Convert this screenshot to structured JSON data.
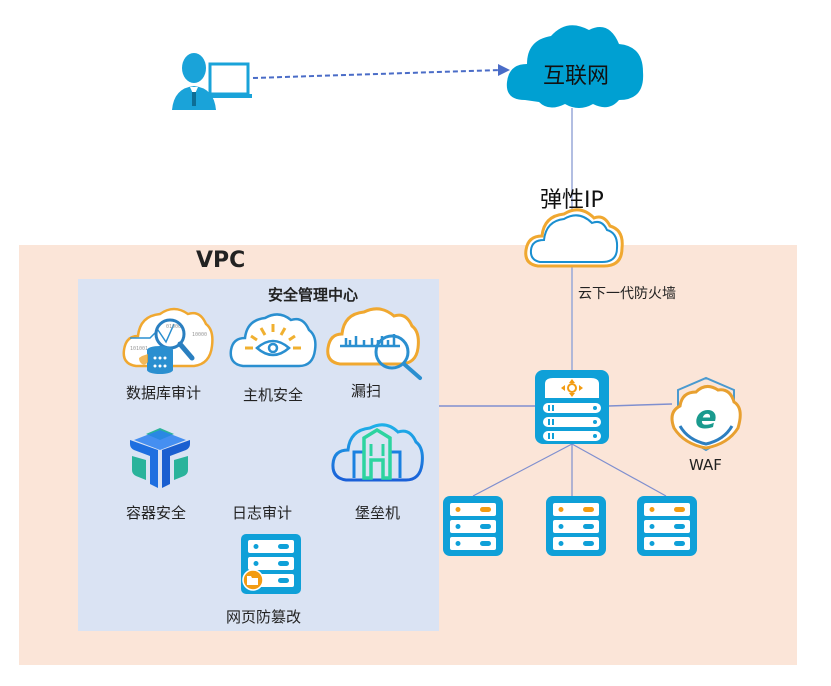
{
  "internet": {
    "label": "互联网",
    "icon": "cloud-icon",
    "color": "#00a0d2"
  },
  "user": {
    "icon": "user-with-laptop-icon",
    "color": "#1aa3d9"
  },
  "eip": {
    "label": "弹性IP",
    "icon": "cloud-outline-icon"
  },
  "firewall": {
    "label": "云下一代防火墙",
    "icon": "firewall-router-icon"
  },
  "vpc": {
    "label": "VPC",
    "background": "#fbe5d8"
  },
  "security_center": {
    "title": "安全管理中心",
    "background": "#dae3f3",
    "items": [
      {
        "label": "数据库审计",
        "icon": "database-audit-icon"
      },
      {
        "label": "主机安全",
        "icon": "host-security-eye-icon"
      },
      {
        "label": "漏扫",
        "icon": "vulnerability-scan-icon"
      },
      {
        "label": "容器安全",
        "icon": "container-security-icon"
      },
      {
        "label": "日志审计",
        "icon": ""
      },
      {
        "label": "堡垒机",
        "icon": "bastion-host-icon"
      },
      {
        "label": "网页防篡改",
        "icon": "web-tamper-protection-icon"
      }
    ]
  },
  "waf": {
    "label": "WAF",
    "icon": "waf-shield-icon"
  },
  "servers": [
    {
      "icon": "server-icon"
    },
    {
      "icon": "server-icon"
    },
    {
      "icon": "server-icon"
    }
  ],
  "colors": {
    "accent_blue": "#1aa3d9",
    "orange": "#f39c12",
    "line": "#7f8fcf",
    "teal": "#2ab39b"
  }
}
